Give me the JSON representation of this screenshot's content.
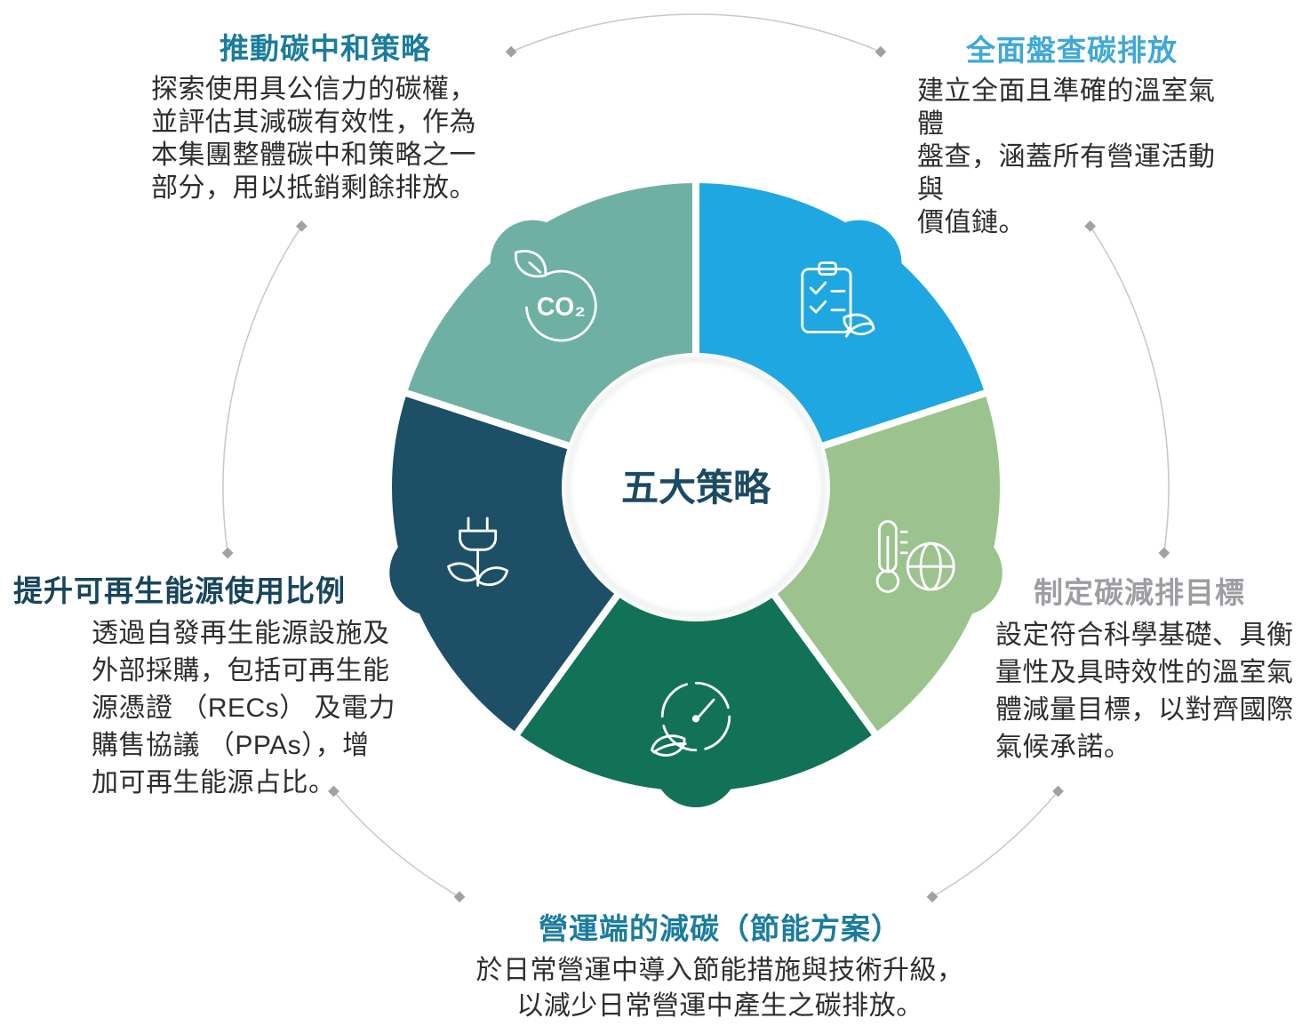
{
  "page": {
    "background": "#ffffff"
  },
  "title": {
    "center_label": "五大策略",
    "color": "#1b4a63"
  },
  "colors": {
    "guide_line": "#c7cacc",
    "guide_diamond": "#9da2a5",
    "separator": "#ffffff",
    "icon_stroke": "#ffffff",
    "body_text": "#2e2e2e"
  },
  "diagram": {
    "segments": [
      {
        "id": "carbon-inventory",
        "label": "全面盤查碳排放",
        "color": "#1ea7e1",
        "icon": "clipboard-checklist-leaf-icon",
        "icon_def": "def-clipboard-leaf"
      },
      {
        "id": "reduction-targets",
        "label": "制定碳減排目標",
        "color": "#9cc28e",
        "icon": "thermometer-globe-icon",
        "icon_def": "def-thermo-globe"
      },
      {
        "id": "operational-reduction",
        "label": "營運端的減碳（節能方案）",
        "color": "#127257",
        "icon": "gauge-leaf-icon",
        "icon_def": "def-gauge-leaf"
      },
      {
        "id": "renewable-energy",
        "label": "提升可再生能源使用比例",
        "color": "#1d4f66",
        "icon": "plug-plant-icon",
        "icon_def": "def-plug-plant"
      },
      {
        "id": "carbon-neutrality",
        "label": "推動碳中和策略",
        "color": "#6fb0a4",
        "icon": "co2-leaf-icon",
        "icon_def": "def-co2-leaf"
      }
    ]
  },
  "callouts": {
    "top_left": {
      "heading": "推動碳中和策略",
      "heading_color": "#1b7c9e",
      "body": "探索使用具公信力的碳權，\n並評估其減碳有效性，作為\n本集團整體碳中和策略之一\n部分，用以抵銷剩餘排放。"
    },
    "top_right": {
      "heading": "全面盤查碳排放",
      "heading_color": "#3fa8d9",
      "body": "建立全面且準確的溫室氣體\n盤查，涵蓋所有營運活動與\n價值鏈。"
    },
    "left": {
      "heading": "提升可再生能源使用比例",
      "heading_color": "#17455c",
      "body": "透過自發再生能源設施及\n外部採購，包括可再生能\n源憑證 （RECs） 及電力\n購售協議 （PPAs），增\n加可再生能源占比。"
    },
    "right": {
      "heading": "制定碳減排目標",
      "heading_color": "#9c9ea1",
      "body": "設定符合科學基礎、具衡\n量性及具時效性的溫室氣\n體減量目標，以對齊國際\n氣候承諾。"
    },
    "bottom": {
      "heading": "營運端的減碳（節能方案）",
      "heading_color": "#1b7c9e",
      "body": "於日常營運中導入節能措施與技術升級，\n以減少日常營運中產生之碳排放。"
    }
  }
}
